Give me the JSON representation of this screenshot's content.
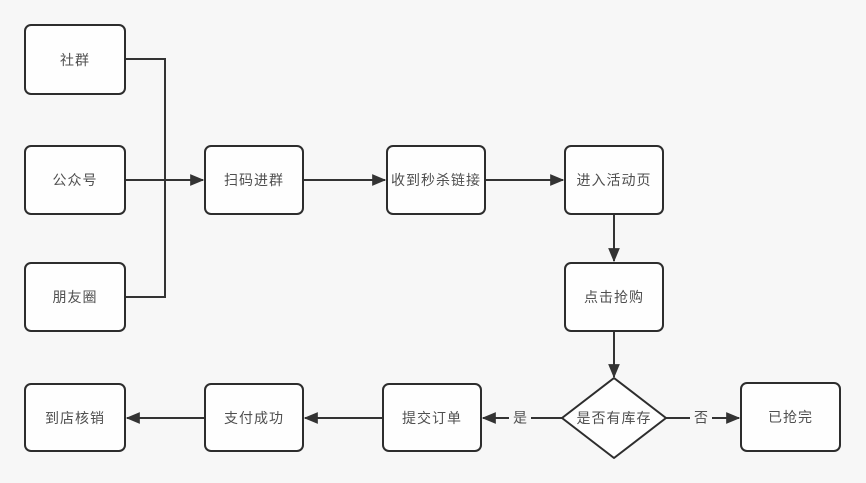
{
  "diagram": {
    "type": "flowchart",
    "nodes": {
      "community": {
        "label": "社群"
      },
      "official_account": {
        "label": "公众号"
      },
      "moments": {
        "label": "朋友圈"
      },
      "scan_join_group": {
        "label": "扫码进群"
      },
      "receive_seckill_link": {
        "label": "收到秒杀链接"
      },
      "enter_activity_page": {
        "label": "进入活动页"
      },
      "click_buy": {
        "label": "点击抢购"
      },
      "stock_decision": {
        "label": "是否有库存"
      },
      "submit_order": {
        "label": "提交订单"
      },
      "payment_success": {
        "label": "支付成功"
      },
      "store_redeem": {
        "label": "到店核销"
      },
      "sold_out": {
        "label": "已抢完"
      }
    },
    "edge_labels": {
      "yes": "是",
      "no": "否"
    },
    "colors": {
      "background": "#f7f7f7",
      "node_fill": "#fefefe",
      "stroke": "#2d2d2d",
      "line": "#333333",
      "text": "#4f4f4f"
    }
  }
}
